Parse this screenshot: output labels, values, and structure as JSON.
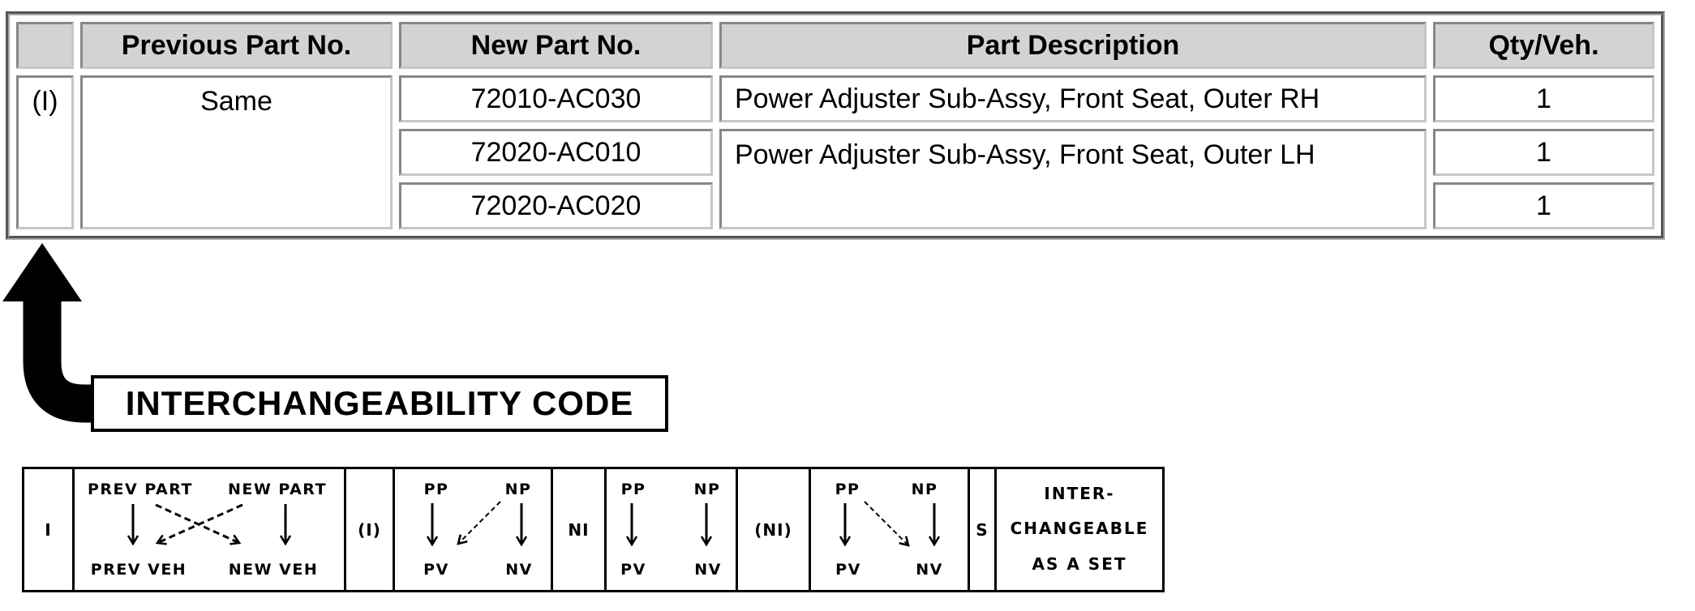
{
  "parts_table": {
    "headers": {
      "code": "",
      "previous": "Previous Part No.",
      "new": "New Part No.",
      "description": "Part Description",
      "qty": "Qty/Veh."
    },
    "group_code": "(I)",
    "previous_part": "Same",
    "rows": [
      {
        "new_part": "72010-AC030",
        "description": "Power Adjuster Sub-Assy, Front Seat, Outer RH",
        "qty": "1"
      },
      {
        "new_part": "72020-AC010",
        "description": "Power Adjuster Sub-Assy, Front Seat, Outer LH",
        "qty": "1"
      },
      {
        "new_part": "72020-AC020",
        "description": "",
        "qty": "1"
      }
    ],
    "colors": {
      "header_bg": "#d3d3d3",
      "border_dark": "#878787",
      "border_light": "#c6c6c6"
    }
  },
  "callout": {
    "label": "INTERCHANGEABILITY CODE"
  },
  "legend": {
    "codes": [
      "I",
      "(I)",
      "NI",
      "(NI)",
      "S"
    ],
    "diagrams": {
      "full": {
        "tl": "PREV PART",
        "tr": "NEW PART",
        "bl": "PREV VEH",
        "br": "NEW VEH"
      },
      "abbr": {
        "tl": "PP",
        "tr": "NP",
        "bl": "PV",
        "br": "NV"
      }
    },
    "set_lines": [
      "INTER-",
      "CHANGEABLE",
      "AS A SET"
    ]
  }
}
